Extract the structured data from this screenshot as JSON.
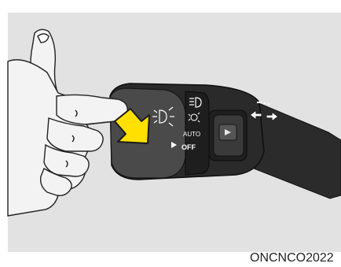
{
  "figure": {
    "caption_code": "ONCNCO2022",
    "stalk_labels": {
      "auto": "AUTO",
      "off": "OFF"
    },
    "icons": [
      "headlamp-high-beam-icon",
      "parking-light-icon",
      "tail-light-icon",
      "play-triangle-icon",
      "turn-signal-arrows-icon",
      "push-arrow-icon"
    ],
    "colors": {
      "background": "#e2e2e2",
      "stalk": "#2a2a2a",
      "skin": "#f2f2f2",
      "arrow": "#ffe000"
    }
  }
}
